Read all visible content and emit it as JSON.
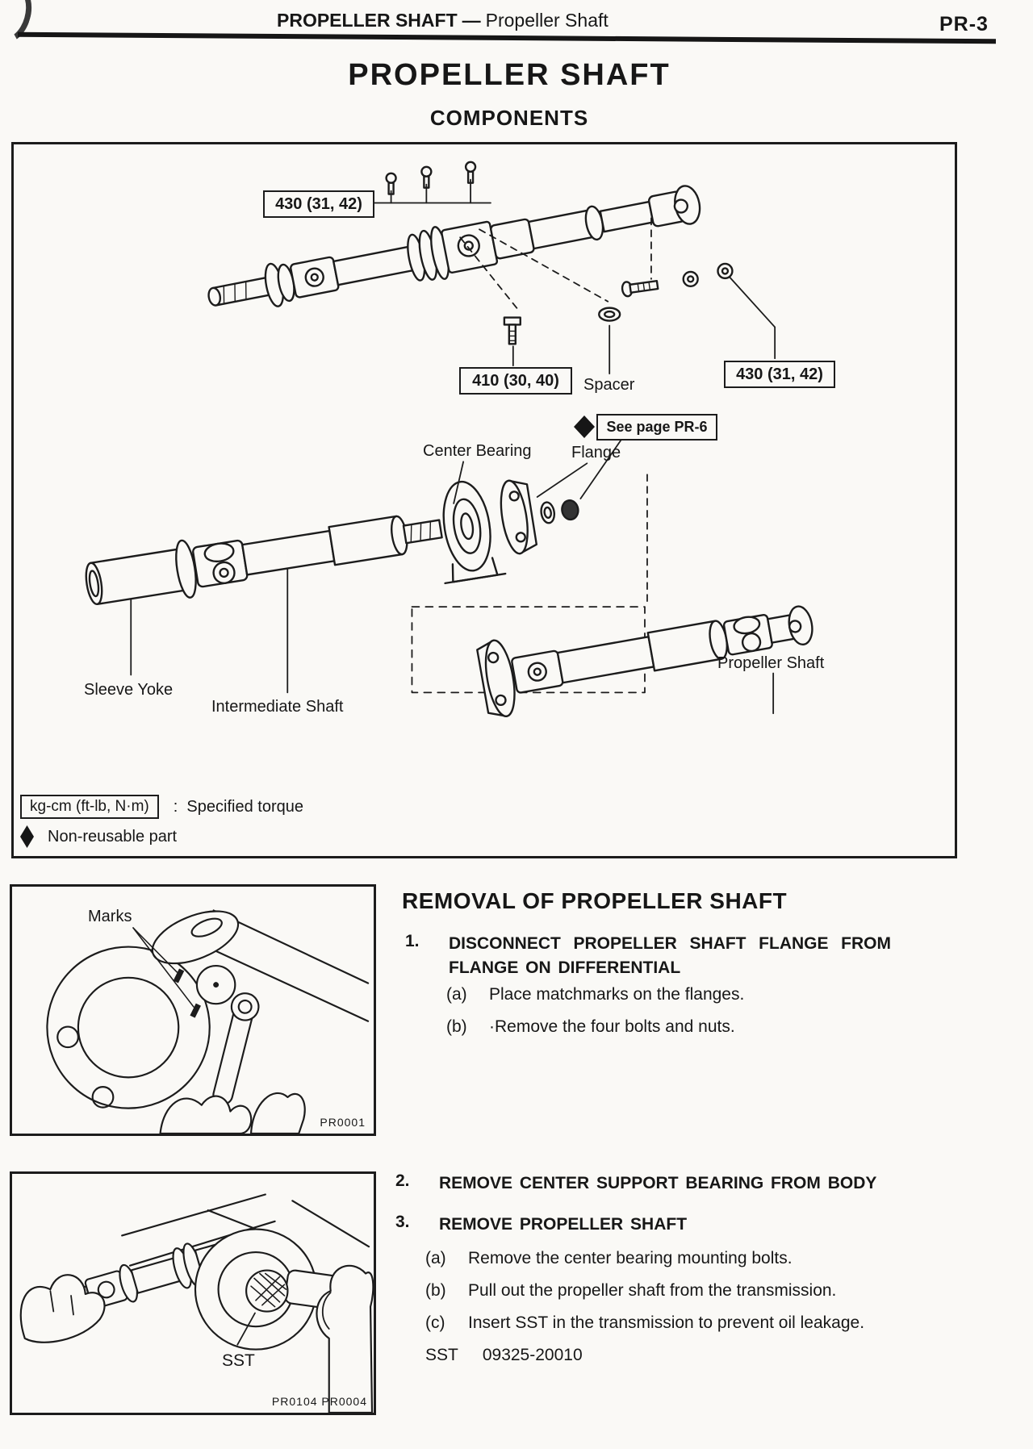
{
  "header": {
    "section_title": "PROPELLER SHAFT",
    "separator": "—",
    "subsection_title": "Propeller Shaft",
    "page_number": "PR-3"
  },
  "page_title": "PROPELLER SHAFT",
  "page_subtitle": "COMPONENTS",
  "components_figure": {
    "torque_label_1": "430 (31, 42)",
    "torque_label_2": "410 (30, 40)",
    "torque_label_3": "430 (31, 42)",
    "see_page_label": "See page PR-6",
    "spacer_label": "Spacer",
    "center_bearing_label": "Center Bearing",
    "flange_label": "Flange",
    "propeller_shaft_label": "Propeller Shaft",
    "sleeve_yoke_label": "Sleeve Yoke",
    "intermediate_shaft_label": "Intermediate Shaft",
    "legend": {
      "torque_unit_box": "kg-cm (ft-lb, N·m)",
      "torque_meaning": ":  Specified torque",
      "non_reusable_meaning": "Non-reusable part"
    }
  },
  "marks_figure": {
    "marks_label": "Marks",
    "figure_code": "PR0001"
  },
  "sst_figure": {
    "sst_label": "SST",
    "figure_code": "PR0104 PR0004"
  },
  "removal_section": {
    "heading": "REMOVAL OF PROPELLER SHAFT",
    "steps": [
      {
        "num": "1.",
        "title": "DISCONNECT PROPELLER SHAFT FLANGE FROM FLANGE ON DIFFERENTIAL",
        "substeps": [
          {
            "marker": "(a)",
            "text": "Place matchmarks on the flanges."
          },
          {
            "marker": "(b)",
            "text": "·Remove the four bolts and nuts."
          }
        ]
      },
      {
        "num": "2.",
        "title": "REMOVE CENTER SUPPORT BEARING FROM BODY",
        "substeps": []
      },
      {
        "num": "3.",
        "title": "REMOVE PROPELLER SHAFT",
        "substeps": [
          {
            "marker": "(a)",
            "text": "Remove the center bearing mounting bolts."
          },
          {
            "marker": "(b)",
            "text": "Pull out the propeller shaft from the transmission."
          },
          {
            "marker": "(c)",
            "text": "Insert SST in the transmission to prevent oil leakage."
          }
        ]
      }
    ],
    "sst_ref": {
      "label": "SST",
      "number": "09325-20010"
    }
  }
}
